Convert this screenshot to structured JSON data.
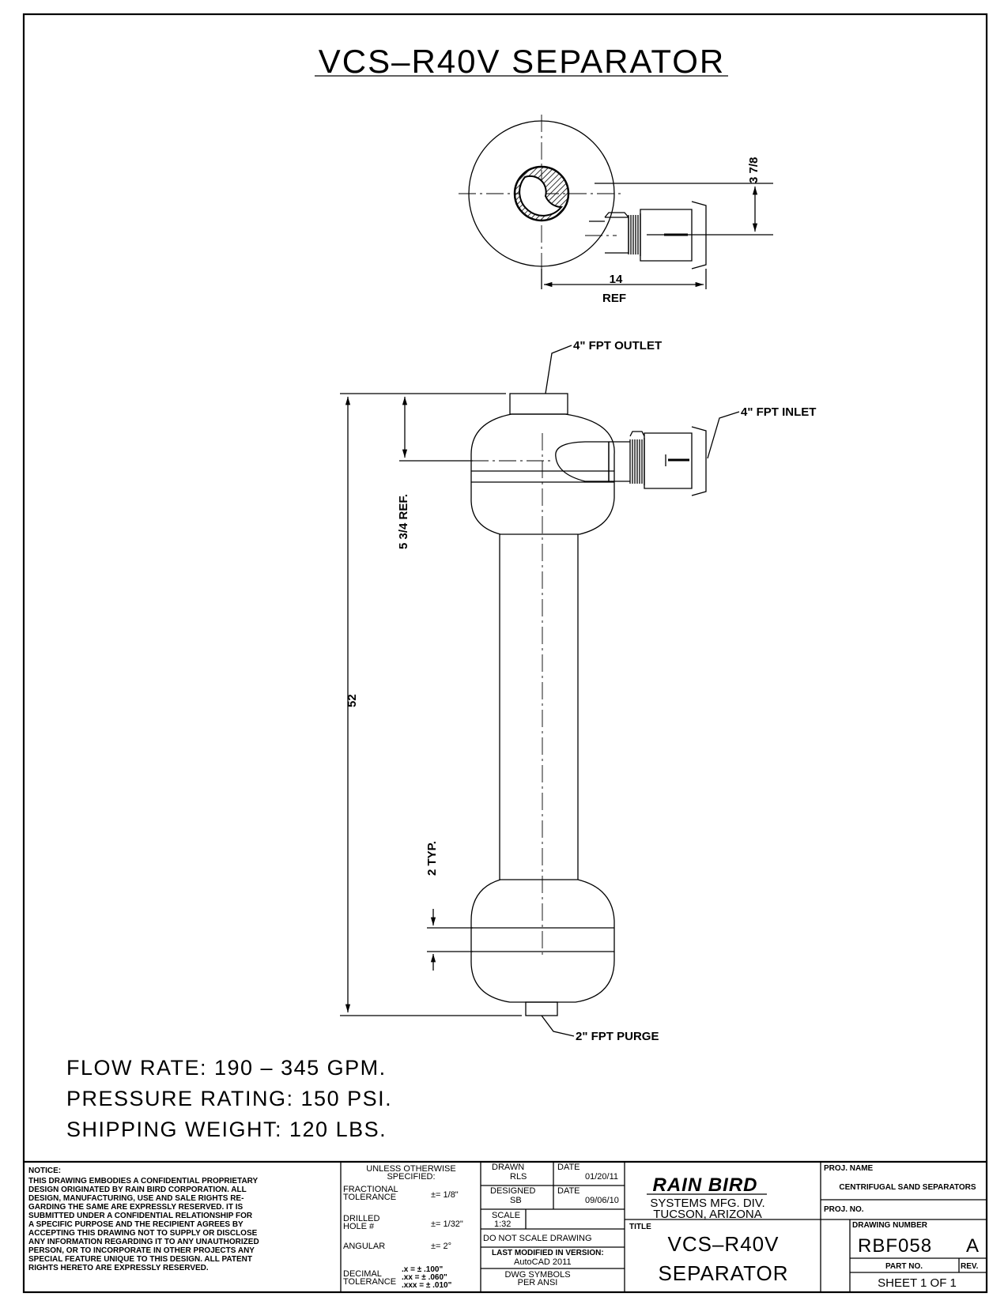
{
  "title": "VCS–R40V SEPARATOR",
  "dimensions": {
    "top_height": "3 7/8",
    "top_width": "14",
    "top_width_ref": "REF",
    "overall_height": "52",
    "top_offset": "5 3/4 REF.",
    "band_spacing": "2 TYP."
  },
  "callouts": {
    "outlet": "4\" FPT OUTLET",
    "inlet": "4\" FPT INLET",
    "purge": "2\" FPT PURGE"
  },
  "specs": {
    "flow_rate": "FLOW RATE: 190 – 345 GPM.",
    "pressure": "PRESSURE RATING: 150 PSI.",
    "weight": "SHIPPING WEIGHT: 120 LBS."
  },
  "title_block": {
    "notice_heading": "NOTICE:",
    "notice_lines": [
      "THIS DRAWING EMBODIES A CONFIDENTIAL PROPRIETARY",
      "DESIGN ORIGINATED BY RAIN BIRD CORPORATION. ALL",
      "DESIGN, MANUFACTURING, USE AND SALE RIGHTS RE-",
      "GARDING THE SAME ARE EXPRESSLY RESERVED. IT IS",
      "SUBMITTED UNDER A CONFIDENTIAL RELATIONSHIP FOR",
      "A SPECIFIC PURPOSE AND THE RECIPIENT AGREES BY",
      "ACCEPTING THIS DRAWING NOT TO SUPPLY OR DISCLOSE",
      "ANY INFORMATION REGARDING IT TO ANY UNAUTHORIZED",
      "PERSON, OR TO INCORPORATE IN OTHER PROJECTS ANY",
      "SPECIAL FEATURE UNIQUE TO THIS DESIGN. ALL PATENT",
      "RIGHTS HERETO ARE EXPRESSLY RESERVED."
    ],
    "tolerance": {
      "heading_1": "UNLESS OTHERWISE",
      "heading_2": "SPECIFIED:",
      "fractional_1": "FRACTIONAL",
      "fractional_2": "TOLERANCE",
      "fractional_value": "±= 1/8\"",
      "drilled_1": "DRILLED",
      "drilled_2": "HOLE #",
      "drilled_value": "±= 1/32\"",
      "angular": "ANGULAR",
      "angular_value": "±= 2°",
      "decimal_1": "DECIMAL",
      "decimal_2": "TOLERANCE",
      "decimal_x": ".x = ± .100\"",
      "decimal_xx": ".xx = ± .060\"",
      "decimal_xxx": ".xxx = ± .010\""
    },
    "drawn_label": "DRAWN",
    "drawn_by": "RLS",
    "date_label": "DATE",
    "drawn_date": "01/20/11",
    "designed_label": "DESIGNED",
    "designed_by": "SB",
    "designed_date": "09/06/10",
    "scale_label": "SCALE",
    "scale": "1:32",
    "do_not_scale": "DO NOT SCALE DRAWING",
    "last_modified_label": "LAST MODIFIED IN VERSION:",
    "last_modified": "AutoCAD 2011",
    "dwg_symbols_1": "DWG SYMBOLS",
    "dwg_symbols_2": "PER ANSI",
    "logo": "RAIN BIRD",
    "company_1": "SYSTEMS MFG. DIV.",
    "company_2": "TUCSON, ARIZONA",
    "title_label": "TITLE",
    "drawing_title_1": "VCS–R40V",
    "drawing_title_2": "SEPARATOR",
    "proj_name_label": "PROJ. NAME",
    "proj_name": "CENTRIFUGAL SAND SEPARATORS",
    "proj_no_label": "PROJ. NO.",
    "drawing_number_label": "DRAWING NUMBER",
    "drawing_number": "RBF058",
    "rev": "A",
    "part_no_label": "PART NO.",
    "rev_label": "REV.",
    "sheet": "SHEET 1 OF 1"
  }
}
